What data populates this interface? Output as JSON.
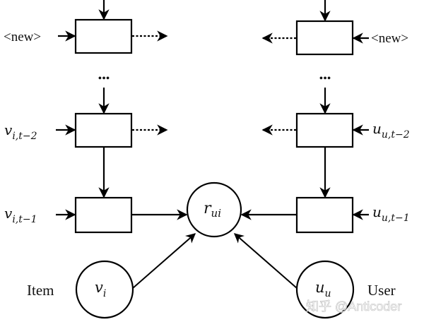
{
  "diagram": {
    "type": "recurrent-recommender-architecture",
    "item_side": {
      "label": "Item",
      "node_latent": {
        "base": "v",
        "sub": "i"
      },
      "inputs": [
        {
          "text": "<new>",
          "kind": "plain"
        },
        {
          "base": "v",
          "sub": "i,t−2",
          "kind": "math"
        },
        {
          "base": "v",
          "sub": "i,t−1",
          "kind": "math"
        }
      ]
    },
    "user_side": {
      "label": "User",
      "node_latent": {
        "base": "u",
        "sub": "u"
      },
      "inputs": [
        {
          "text": "<new>",
          "kind": "plain"
        },
        {
          "base": "u",
          "sub": "u,t−2",
          "kind": "math"
        },
        {
          "base": "u",
          "sub": "u,t−1",
          "kind": "math"
        }
      ]
    },
    "output_node": {
      "base": "r",
      "sub": "ui"
    },
    "ellipsis": "•••",
    "watermark": "知乎 @Anticoder"
  },
  "colors": {
    "stroke": "#000000",
    "background": "#ffffff",
    "watermark": "#bbbbbb"
  }
}
